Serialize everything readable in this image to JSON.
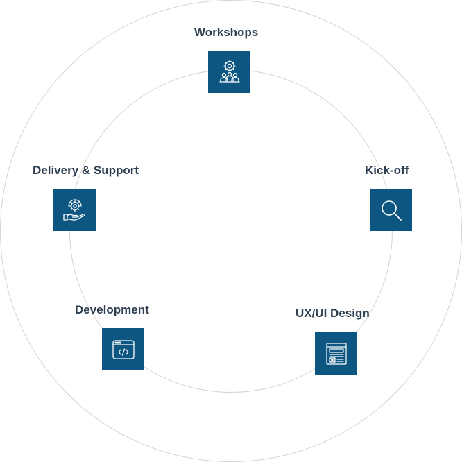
{
  "diagram": {
    "accent_color": "#0d5681",
    "ring_color": "#d3d3d3",
    "label_color": "#2d3e50",
    "steps": [
      {
        "id": "workshops",
        "label": "Workshops",
        "icon": "people-gear-icon"
      },
      {
        "id": "kickoff",
        "label": "Kick-off",
        "icon": "magnifier-icon"
      },
      {
        "id": "uxui",
        "label": "UX/UI Design",
        "icon": "wireframe-icon"
      },
      {
        "id": "development",
        "label": "Development",
        "icon": "code-window-icon"
      },
      {
        "id": "delivery",
        "label": "Delivery & Support",
        "icon": "hand-gear-icon"
      }
    ]
  }
}
